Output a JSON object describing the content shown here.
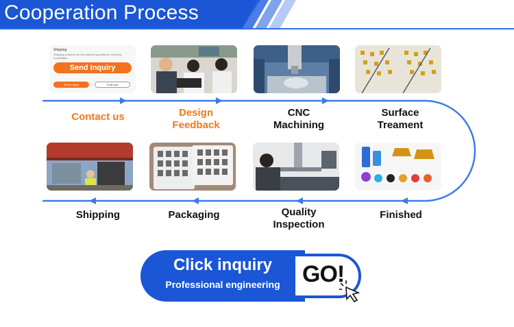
{
  "header": {
    "title": "Cooperation Process"
  },
  "steps_top": [
    {
      "label_line1": "Contact us",
      "label_line2": "",
      "image": "inquiry-form-image"
    },
    {
      "label_line1": "Design",
      "label_line2": "Feedback",
      "image": "engineers-meeting-image"
    },
    {
      "label_line1": "CNC",
      "label_line2": "Machining",
      "image": "cnc-machine-image"
    },
    {
      "label_line1": "Surface",
      "label_line2": "Treament",
      "image": "gold-parts-rack-image"
    }
  ],
  "steps_bottom": [
    {
      "label_line1": "Shipping",
      "label_line2": "",
      "image": "forklift-container-image"
    },
    {
      "label_line1": "Packaging",
      "label_line2": "",
      "image": "foam-tray-parts-image"
    },
    {
      "label_line1": "Quality",
      "label_line2": "Inspection",
      "image": "cmm-inspection-image"
    },
    {
      "label_line1": "Finished",
      "label_line2": "",
      "image": "anodized-parts-image"
    }
  ],
  "inquiry_card": {
    "heading": "Shipping",
    "note": "Shipping solutions for the selected quantity are currently unavailable.",
    "button": "Send Inquiry",
    "small_btn_1": "Send Inquiry",
    "small_btn_2": "Chat now"
  },
  "cta": {
    "title": "Click inquiry",
    "subtitle": "Professional engineering",
    "go": "GO!"
  },
  "colors": {
    "brand_blue": "#1a56d6",
    "accent_orange": "#f27a1a",
    "flow_line": "#3b7be8"
  }
}
